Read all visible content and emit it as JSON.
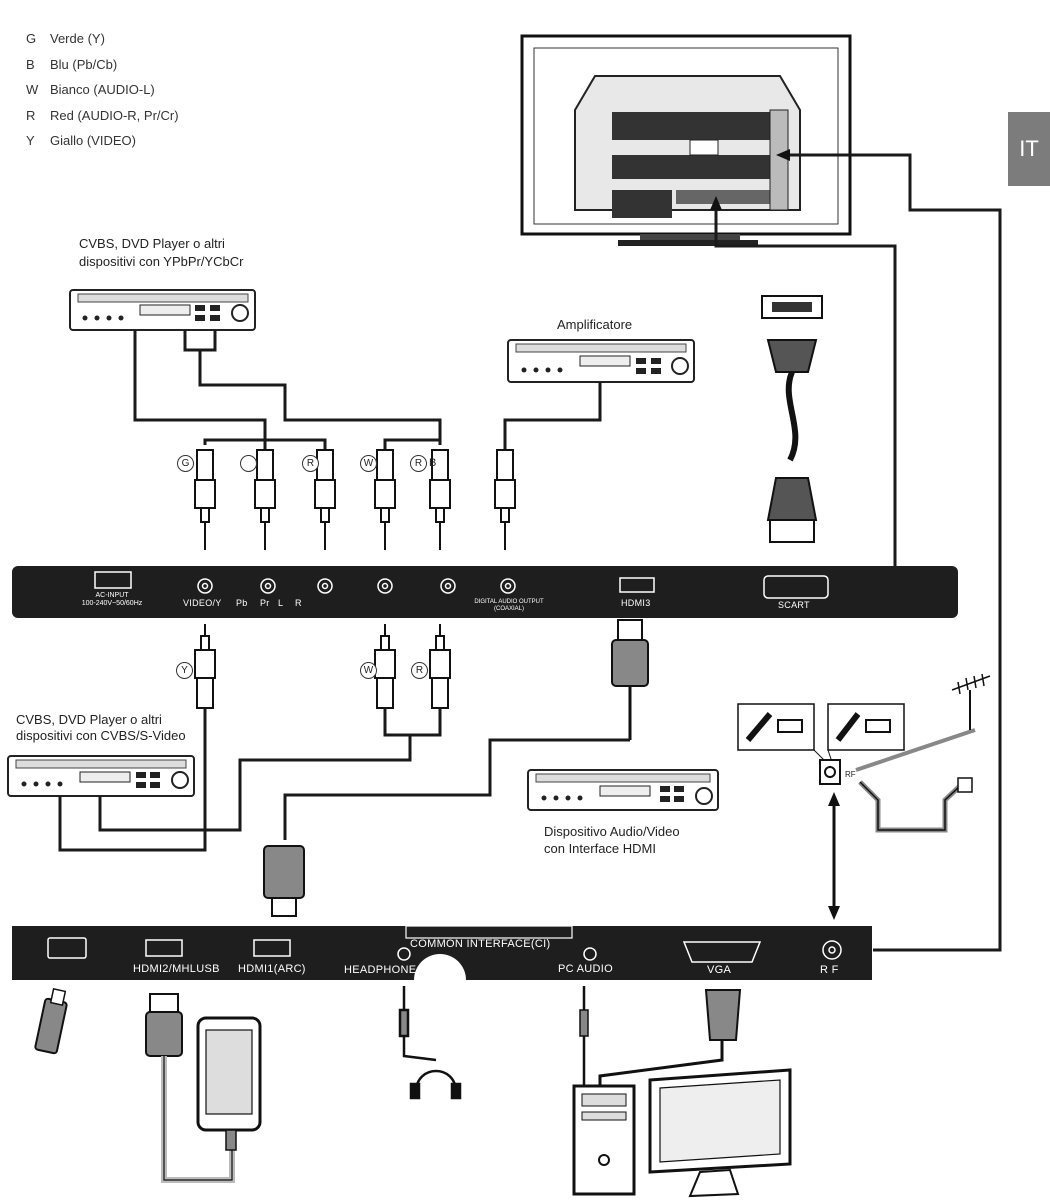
{
  "legend": [
    {
      "code": "G",
      "text": "Verde (Y)"
    },
    {
      "code": "B",
      "text": "Blu (Pb/Cb)"
    },
    {
      "code": "W",
      "text": "Bianco (AUDIO-L)"
    },
    {
      "code": "R",
      "text": "Red (AUDIO-R, Pr/Cr)"
    },
    {
      "code": "Y",
      "text": "Giallo (VIDEO)"
    }
  ],
  "lang_tab": "IT",
  "devices": {
    "dvd_ypbpr": {
      "line1": "CVBS, DVD Player o altri",
      "line2": "dispositivi con YPbPr/YCbCr"
    },
    "amplifier": "Amplificatore",
    "dvd_cvbs": {
      "line1": "CVBS, DVD Player o altri",
      "line2": "dispositivi con CVBS/S-Video"
    },
    "hdmi_device": {
      "line1": "Dispositivo Audio/Video",
      "line2": "con Interface HDMI"
    }
  },
  "plug_letters": {
    "g": "G",
    "r1": "R",
    "w1": "W",
    "r2": "R",
    "b": "B",
    "y": "Y",
    "w2": "W",
    "r3": "R"
  },
  "rf_tag": "RF",
  "top_panel": {
    "ac_line1": "AC-INPUT",
    "ac_line2": "100-240V~50/60Hz",
    "video_y": "VIDEO/Y",
    "pb": "Pb",
    "pr": "Pr",
    "l": "L",
    "r": "R",
    "digital_line1": "DIGITAL AUDIO OUTPUT",
    "digital_line2": "(COAXIAL)",
    "hdmi3": "HDMI3",
    "scart": "SCART"
  },
  "bottom_panel": {
    "hdmi2": "HDMI2/MHLUSB",
    "hdmi1": "HDMI1(ARC)",
    "common_interface": "COMMON INTERFACE(CI)",
    "headphone": "HEADPHONE",
    "pc_audio": "PC AUDIO",
    "vga": "VGA",
    "rf": "R F"
  },
  "colors": {
    "panel": "#1e1e1e",
    "cable": "#1a1a1a",
    "tab": "#7c7c7c"
  }
}
